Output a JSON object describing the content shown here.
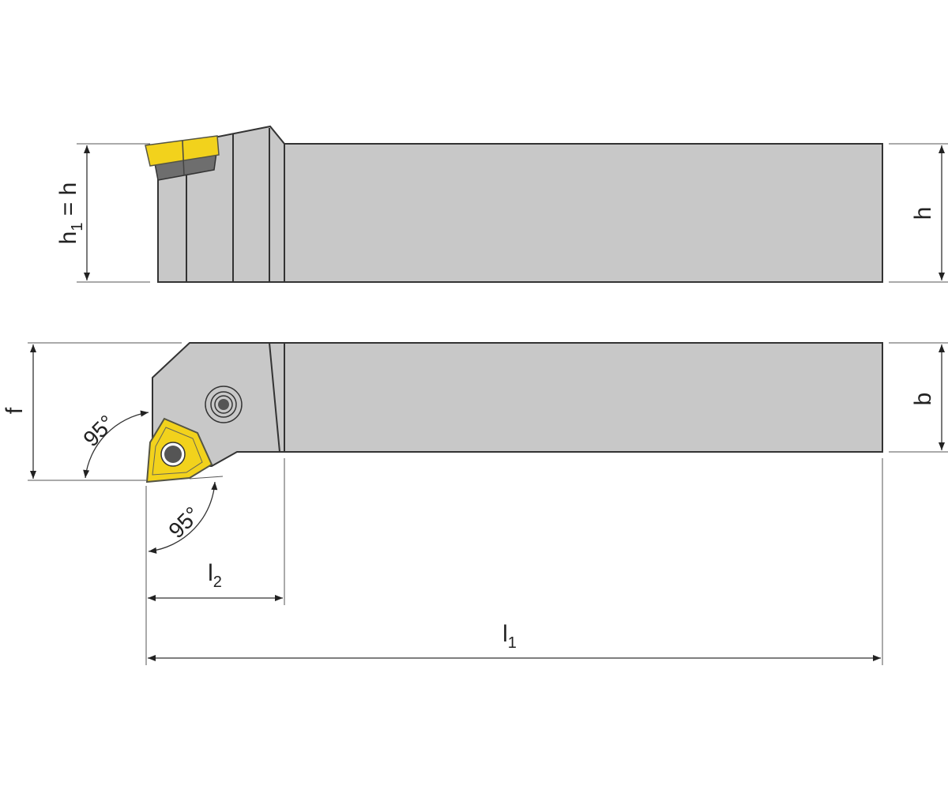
{
  "labels": {
    "h1_eq_h": {
      "main": "h",
      "sub": "1",
      "rest": " = h"
    },
    "h": "h",
    "f": "f",
    "b": "b",
    "angle_top": "95°",
    "angle_bottom": "95°",
    "l2": {
      "main": "l",
      "sub": "2"
    },
    "l1": {
      "main": "l",
      "sub": "1"
    }
  },
  "colors": {
    "body": "#c8c8c8",
    "insert": "#f2d21c",
    "shim": "#6e6e6e",
    "outline": "#333333"
  }
}
